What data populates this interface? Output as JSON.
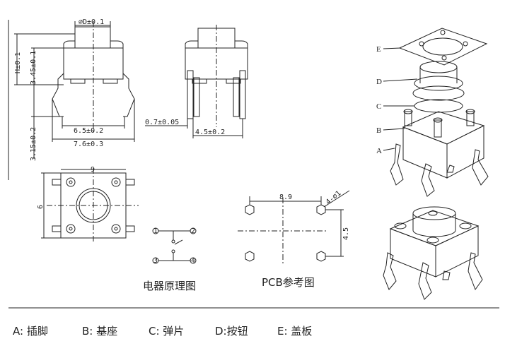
{
  "side_view": {
    "dim_d": "⌀D±0.1",
    "dim_h": "H±0.1",
    "dim_345": "3.45±0.1",
    "dim_315": "3.15±0.2",
    "dim_65": "6.5±0.2",
    "dim_76": "7.6±0.3"
  },
  "front_view": {
    "dim_07": "0.7±0.05",
    "dim_45": "4.5±0.2"
  },
  "top_view": {
    "dim_9": "9",
    "dim_6": "6"
  },
  "schematic": {
    "pin1": "1",
    "pin2": "2",
    "pin3": "3",
    "pin4": "4",
    "caption": "电器原理图"
  },
  "pcb": {
    "dim_89": "8.9",
    "dim_hole": "4-⌀1",
    "dim_45": "4.5",
    "caption": "PCB参考图"
  },
  "exploded": {
    "label_e": "E",
    "label_d": "D",
    "label_c": "C",
    "label_b": "B",
    "label_a": "A"
  },
  "legend": {
    "a": "A:  插脚",
    "b": "B:  基座",
    "c": "C:  弹片",
    "d": "D:按钮",
    "e": "E:  盖板"
  }
}
